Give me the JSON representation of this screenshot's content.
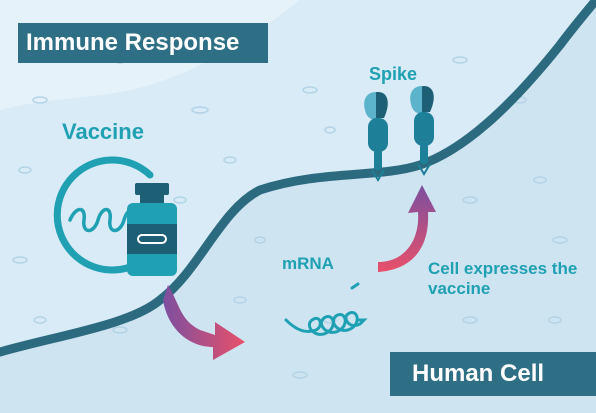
{
  "banners": {
    "top": "Immune Response",
    "bottom": "Human Cell"
  },
  "labels": {
    "vaccine": "Vaccine",
    "spike": "Spike",
    "mrna": "mRNA",
    "expresses": "Cell expresses the vaccine"
  },
  "colors": {
    "background": "#d8ebf6",
    "banner": "#2f6f86",
    "accent_teal": "#1fa0b3",
    "membrane": "#2c6a80",
    "arrow_gradient": [
      "#7b4fa0",
      "#e8506a"
    ]
  }
}
